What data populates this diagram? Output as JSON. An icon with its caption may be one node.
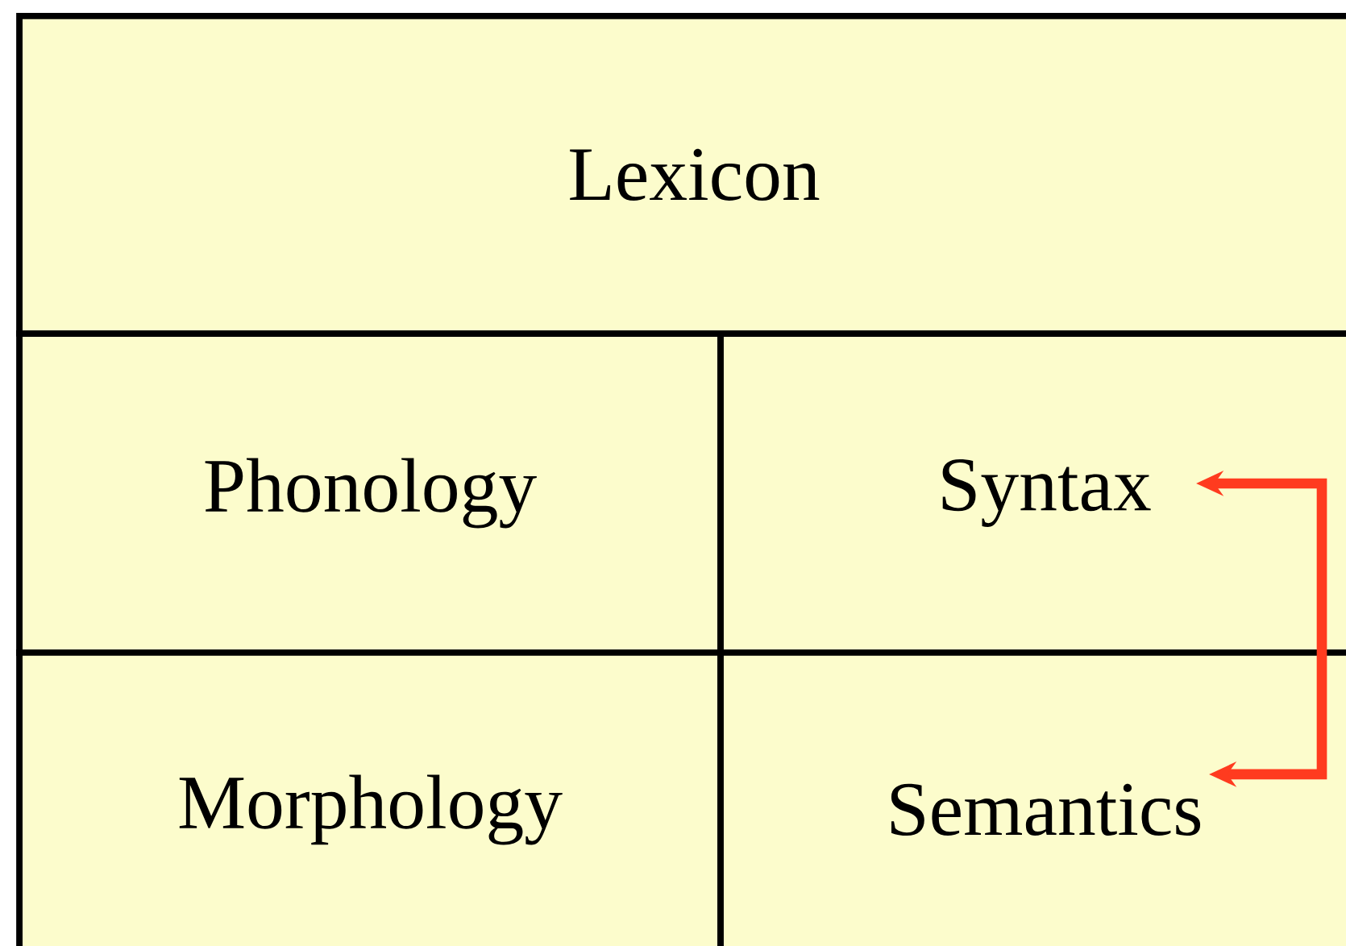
{
  "diagram": {
    "nodes": [
      {
        "text": [
          "Lexicon"
        ]
      },
      {
        "text": [
          "Phonology"
        ]
      },
      {
        "text": [
          "Syntax"
        ]
      },
      {
        "text": [
          "Morphology"
        ]
      },
      {
        "text": [
          "Semantics"
        ]
      }
    ],
    "edges": [
      {
        "from": 4,
        "to": 2,
        "arrow": "both"
      }
    ]
  }
}
